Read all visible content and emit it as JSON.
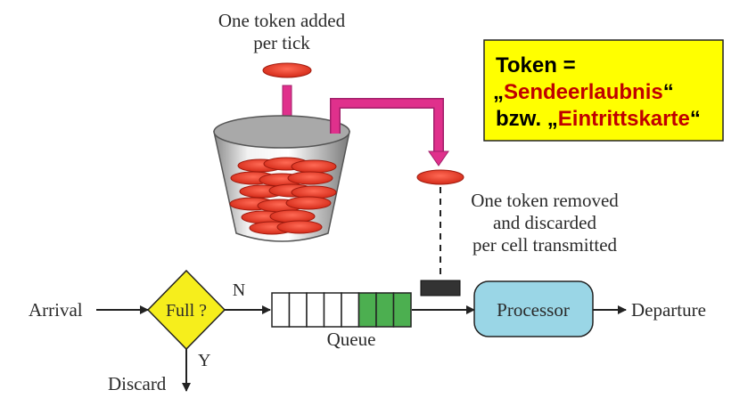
{
  "labels": {
    "token_added_line1": "One token added",
    "token_added_line2": "per tick",
    "token_removed_line1": "One token removed",
    "token_removed_line2": "and discarded",
    "token_removed_line3": "per cell transmitted",
    "arrival": "Arrival",
    "full": "Full ?",
    "n": "N",
    "y": "Y",
    "queue": "Queue",
    "processor": "Processor",
    "departure": "Departure",
    "discard": "Discard"
  },
  "callout": {
    "line1": "Token =",
    "line2_prefix": "„",
    "line2_highlight": "Sendeerlaubnis",
    "line2_suffix": "“",
    "line3_prefix": "bzw. „",
    "line3_highlight": "Eintrittskarte",
    "line3_suffix": "“"
  },
  "queue_state": {
    "total_cells": 8,
    "filled_cells": 3
  },
  "colors": {
    "token": "#e8402e",
    "token_edge": "#a01c10",
    "pipe": "#e0308c",
    "decision": "#f6ee1c",
    "processor": "#9ad6e6",
    "queue_filled": "#4caf50",
    "callout_bg": "#ffff00",
    "highlight_text": "#c00000"
  }
}
